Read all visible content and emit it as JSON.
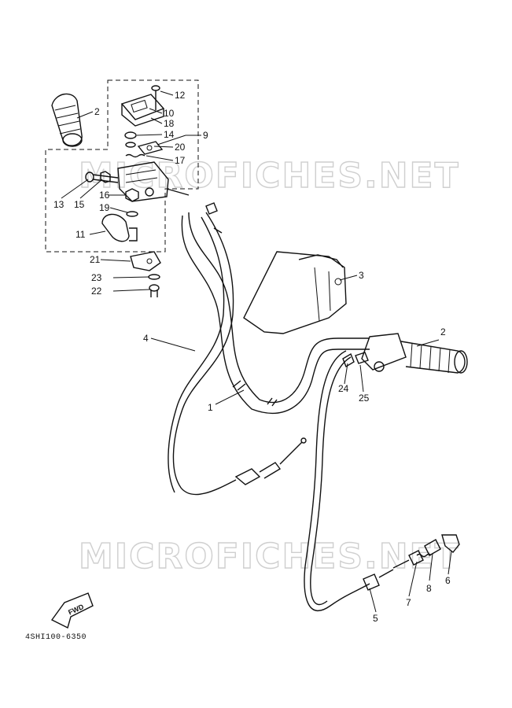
{
  "watermark": "MICROFICHES.NET",
  "diagram_code": "4SHI100-6350",
  "fwd_label": "FWD",
  "callouts": {
    "c1": "1",
    "c2a": "2",
    "c2b": "2",
    "c3": "3",
    "c4": "4",
    "c5": "5",
    "c6": "6",
    "c7": "7",
    "c8": "8",
    "c9": "9",
    "c10": "10",
    "c11": "11",
    "c12": "12",
    "c13": "13",
    "c14": "14",
    "c15": "15",
    "c16": "16",
    "c17": "17",
    "c18": "18",
    "c19": "19",
    "c20": "20",
    "c21": "21",
    "c22": "22",
    "c23": "23",
    "c24": "24",
    "c25": "25"
  }
}
